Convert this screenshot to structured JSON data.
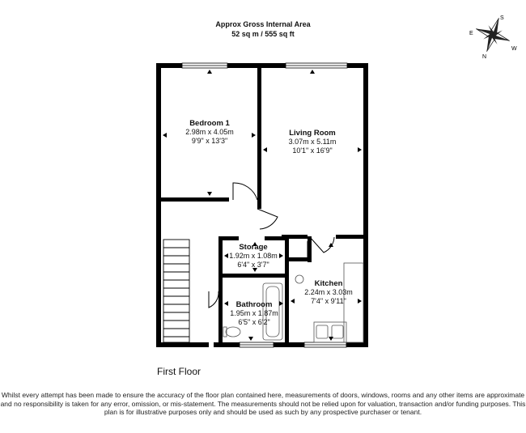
{
  "header": {
    "area_title": "Approx Gross Internal Area",
    "area_value": "52 sq m / 555 sq ft"
  },
  "compass": {
    "n": "N",
    "s": "S",
    "e": "E",
    "w": "W"
  },
  "rooms": {
    "bedroom": {
      "name": "Bedroom 1",
      "metric": "2.98m x 4.05m",
      "imperial": "9'9\" x 13'3\""
    },
    "living": {
      "name": "Living Room",
      "metric": "3.07m x 5.11m",
      "imperial": "10'1\" x 16'9\""
    },
    "storage": {
      "name": "Storage",
      "metric": "1.92m x 1.08m",
      "imperial": "6'4\" x 3'7\""
    },
    "kitchen": {
      "name": "Kitchen",
      "metric": "2.24m x 3.03m",
      "imperial": "7'4\" x 9'11\""
    },
    "bathroom": {
      "name": "Bathroom",
      "metric": "1.95m x 1.87m",
      "imperial": "6'5\" x 6'2\""
    }
  },
  "floor_label": "First Floor",
  "disclaimer": "Whilst every attempt has been made to ensure the accuracy of the floor plan contained here, measurements of doors, windows, rooms and any other items are approximate and no responsibility is taken for any error, omission, or mis-statement. The measurements should not be relied upon for valuation, transaction and/or funding purposes. This plan is for illustrative purposes only and should be used as such by any prospective purchaser or tenant."
}
